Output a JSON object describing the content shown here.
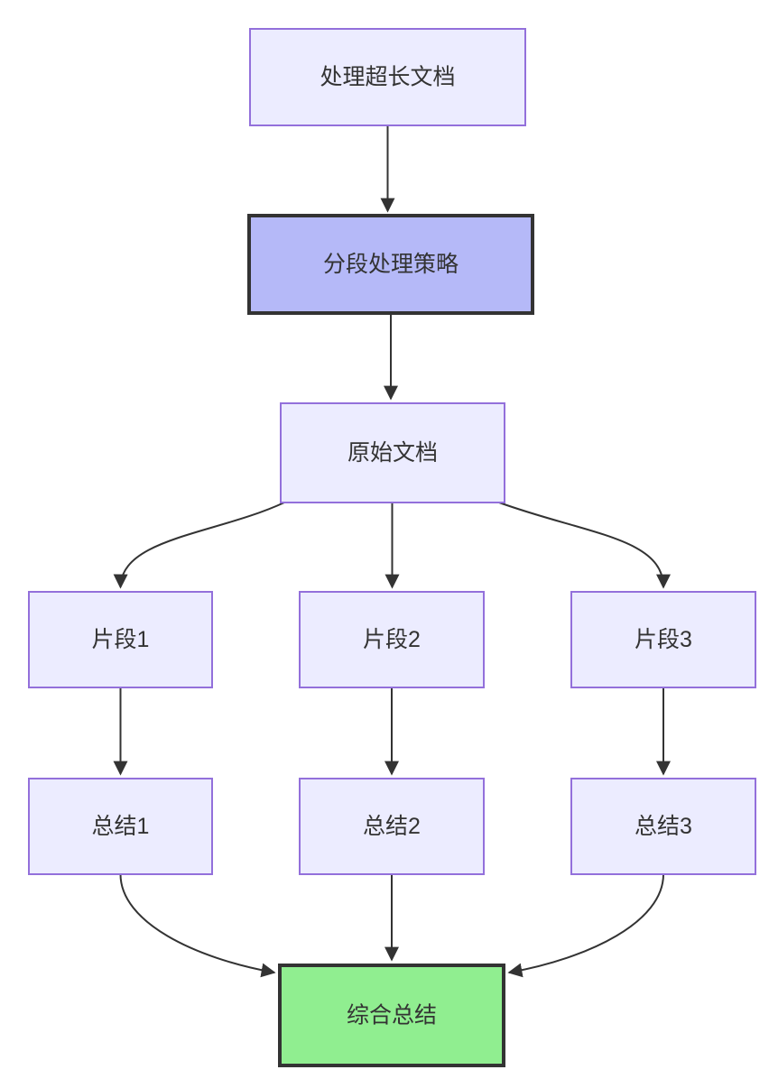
{
  "diagram": {
    "type": "flowchart",
    "direction": "top-down",
    "background": "#ffffff",
    "edge_color": "#333333",
    "text_color": "#333333",
    "node_default_fill": "#ECECFF",
    "node_default_stroke": "#9370DB",
    "nodes": {
      "process_doc": {
        "label": "处理超长文档",
        "fill": "#ECECFF",
        "stroke": "#9370DB"
      },
      "strategy": {
        "label": "分段处理策略",
        "fill": "#B5B9F8",
        "stroke": "#333333"
      },
      "original": {
        "label": "原始文档",
        "fill": "#ECECFF",
        "stroke": "#9370DB"
      },
      "fragment1": {
        "label": "片段1",
        "fill": "#ECECFF",
        "stroke": "#9370DB"
      },
      "fragment2": {
        "label": "片段2",
        "fill": "#ECECFF",
        "stroke": "#9370DB"
      },
      "fragment3": {
        "label": "片段3",
        "fill": "#ECECFF",
        "stroke": "#9370DB"
      },
      "summary1": {
        "label": "总结1",
        "fill": "#ECECFF",
        "stroke": "#9370DB"
      },
      "summary2": {
        "label": "总结2",
        "fill": "#ECECFF",
        "stroke": "#9370DB"
      },
      "summary3": {
        "label": "总结3",
        "fill": "#ECECFF",
        "stroke": "#9370DB"
      },
      "final": {
        "label": "综合总结",
        "fill": "#90EE90",
        "stroke": "#333333"
      }
    },
    "edges": [
      {
        "from": "处理超长文档",
        "to": "分段处理策略"
      },
      {
        "from": "分段处理策略",
        "to": "原始文档"
      },
      {
        "from": "原始文档",
        "to": "片段1"
      },
      {
        "from": "原始文档",
        "to": "片段2"
      },
      {
        "from": "原始文档",
        "to": "片段3"
      },
      {
        "from": "片段1",
        "to": "总结1"
      },
      {
        "from": "片段2",
        "to": "总结2"
      },
      {
        "from": "片段3",
        "to": "总结3"
      },
      {
        "from": "总结1",
        "to": "综合总结"
      },
      {
        "from": "总结2",
        "to": "综合总结"
      },
      {
        "from": "总结3",
        "to": "综合总结"
      }
    ]
  }
}
